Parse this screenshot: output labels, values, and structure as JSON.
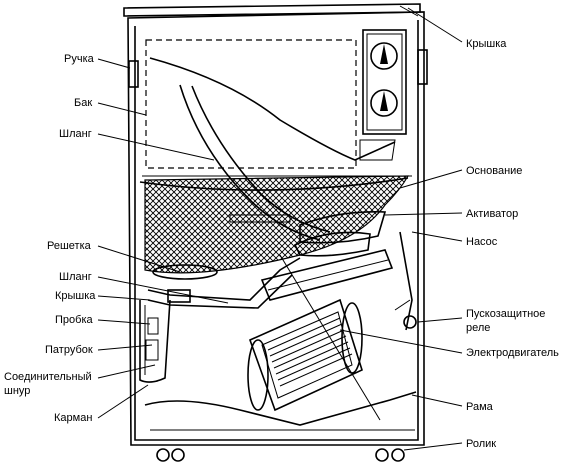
{
  "labels": {
    "lid_top": "Крышка",
    "handle": "Ручка",
    "tank": "Бак",
    "hose_upper": "Шланг",
    "base": "Основание",
    "activator": "Активатор",
    "pump": "Насос",
    "grille": "Решетка",
    "hose_lower": "Шланг",
    "lid_small": "Крышка",
    "plug": "Пробка",
    "nozzle": "Патрубок",
    "cord_line1": "Соединительный",
    "cord_line2": "шнур",
    "pocket": "Карман",
    "relay_line1": "Пускозащитное",
    "relay_line2": "реле",
    "motor": "Электродвигатель",
    "frame": "Рама",
    "roller": "Ролик"
  }
}
